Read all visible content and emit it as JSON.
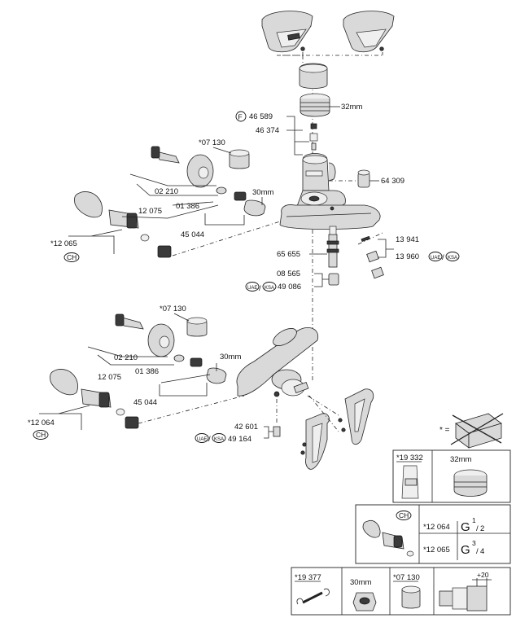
{
  "top_assembly": {
    "f_badge": "F",
    "cartridge_nut_code": "46 589",
    "cartridge_nut_size": "32mm",
    "spindle_code": "46 374",
    "cap_code": "64 309",
    "left_group": {
      "rosette_code": "*07 130",
      "eccentric_code": "02 210",
      "washer_code": "01 386",
      "union_code": "12 075",
      "nut_size": "30mm",
      "nut_code": "45 044",
      "ch_code": "*12 065",
      "ch_badge": "CH"
    },
    "aerator_code": "13 941",
    "aerator_uae_code": "13 960",
    "uae_badge": "UAE",
    "ksa_badge": "KSA",
    "diverter_code": "65 655",
    "check_valve_code": "08 565",
    "check_valve_uae_code": "49 086"
  },
  "bottom_assembly": {
    "rosette_code": "*07 130",
    "eccentric_code": "02 210",
    "washer_code": "01 386",
    "union_code": "12 075",
    "nut_size": "30mm",
    "nut_code": "45 044",
    "ch_code": "*12 064",
    "ch_badge": "CH",
    "outlet_code": "42 601",
    "outlet_uae_code": "49 164",
    "uae_badge": "UAE",
    "ksa_badge": "KSA"
  },
  "legend": {
    "star_equals": "* ="
  },
  "accessory_box_1": {
    "tool_code": "*19 332",
    "nut_size": "32mm"
  },
  "accessory_box_2": {
    "ch_badge": "CH",
    "rows": [
      {
        "code": "*12 064",
        "thread": "G",
        "num": "1",
        "den": "2"
      },
      {
        "code": "*12 065",
        "thread": "G",
        "num": "3",
        "den": "4"
      }
    ]
  },
  "accessory_box_3": {
    "wrench_code": "*19 377",
    "nut_size": "30mm",
    "rosette_code": "*07 130",
    "extension": "+20"
  }
}
